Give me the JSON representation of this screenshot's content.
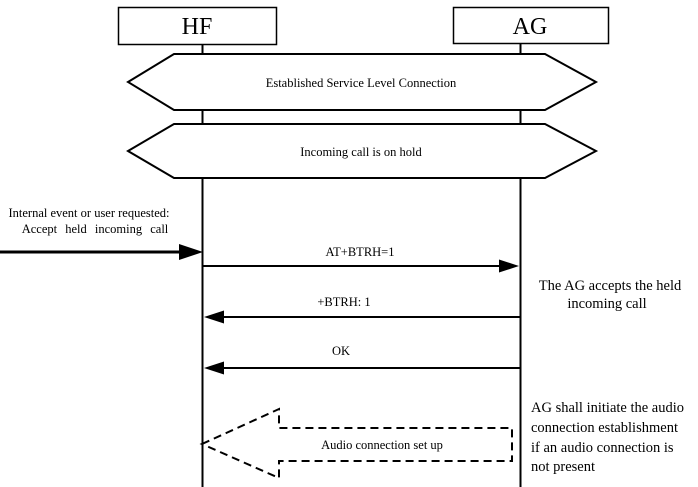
{
  "diagram": {
    "actors": [
      {
        "label": "HF"
      },
      {
        "label": "AG"
      }
    ],
    "banners": [
      {
        "label": "Established Service Level Connection"
      },
      {
        "label": "Incoming call is on hold"
      }
    ],
    "external_event": {
      "line1": "Internal event or user requested:",
      "line2": "Accept held incoming call"
    },
    "messages": [
      {
        "label": "AT+BTRH=1",
        "from": "HF",
        "to": "AG",
        "style": "solid"
      },
      {
        "label": "+BTRH: 1",
        "from": "AG",
        "to": "HF",
        "style": "solid"
      },
      {
        "label": "OK",
        "from": "AG",
        "to": "HF",
        "style": "solid"
      },
      {
        "label": "Audio connection set up",
        "from": "AG",
        "to": "HF",
        "style": "dashed-block"
      }
    ],
    "annotations": [
      {
        "lines": [
          "The AG accepts the held",
          "incoming call"
        ],
        "align": "center"
      },
      {
        "lines": [
          "AG shall initiate the audio",
          "connection establishment",
          "if an audio connection is",
          "not present"
        ],
        "align": "left"
      }
    ],
    "colors": {
      "line": "#000000",
      "background": "#ffffff"
    }
  }
}
